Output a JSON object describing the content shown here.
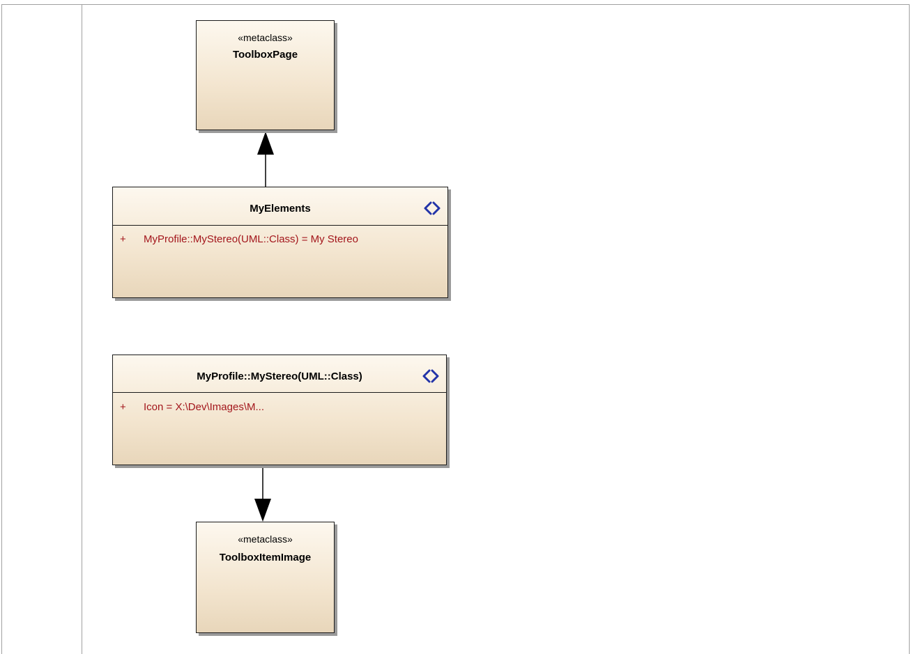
{
  "nodes": {
    "toolbox_page": {
      "stereotype": "«metaclass»",
      "name": "ToolboxPage"
    },
    "my_elements": {
      "name": "MyElements",
      "attributes": [
        {
          "visibility": "+",
          "text": "MyProfile::MyStereo(UML::Class) = My Stereo"
        }
      ]
    },
    "my_stereo": {
      "name": "MyProfile::MyStereo(UML::Class)",
      "attributes": [
        {
          "visibility": "+",
          "text": "Icon = X:\\Dev\\Images\\M..."
        }
      ]
    },
    "toolbox_item_image": {
      "stereotype": "«metaclass»",
      "name": "ToolboxItemImage"
    }
  },
  "icons": {
    "enumeration": "enumeration-icon",
    "accent": "#2233a8"
  },
  "colors": {
    "attribute_text": "#a3161c",
    "fill_top": "#fdf8ef",
    "fill_bottom": "#e8d6ba"
  }
}
